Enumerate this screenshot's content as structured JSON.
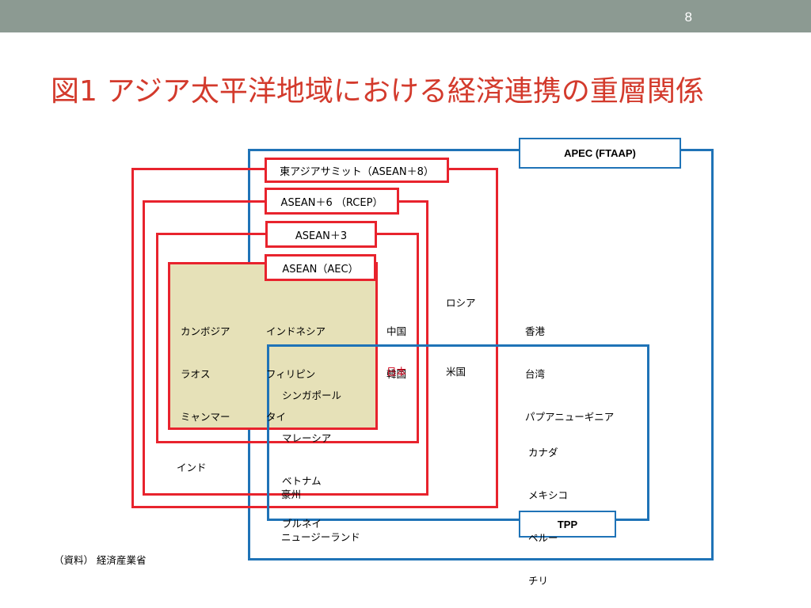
{
  "slide": {
    "page_number": "8",
    "title": "図1 アジア太平洋地域における経済連携の重層関係",
    "source": "（資料） 経済産業省"
  },
  "colors": {
    "red": "#e8232d",
    "blue": "#1f73b7",
    "aec_fill": "#e6e1b8",
    "topbar": "#8c9a92",
    "title": "#d33a2c"
  },
  "frameworks": {
    "apec": "APEC (FTAAP)",
    "tpp": "TPP",
    "east_asia_summit": "東アジアサミット（ASEAN＋8）",
    "asean6": "ASEAN＋6 （RCEP）",
    "asean3": "ASEAN＋3",
    "asean": "ASEAN（AEC）"
  },
  "countries": {
    "asean_left": [
      "カンボジア",
      "ラオス",
      "ミャンマー"
    ],
    "asean_mid": [
      "インドネシア",
      "フィリピン",
      "タイ"
    ],
    "asean_tpp": [
      "シンガポール",
      "マレーシア",
      "ベトナム",
      "ブルネイ"
    ],
    "plus3": [
      "中国",
      "韓国"
    ],
    "japan": "日本",
    "russia": "ロシア",
    "usa": "米国",
    "apec_only": [
      "香港",
      "台湾",
      "パプアニューギニア"
    ],
    "tpp_only": [
      "カナダ",
      "メキシコ",
      "ペルー",
      "チリ"
    ],
    "india": "インド",
    "oceania": [
      "豪州",
      "ニュージーランド"
    ]
  }
}
